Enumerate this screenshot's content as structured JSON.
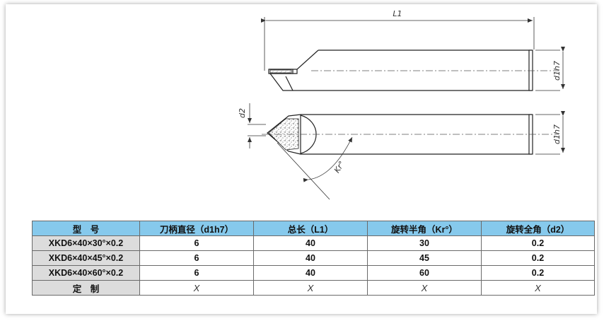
{
  "drawing": {
    "dim_length": "L1",
    "dim_shank_diameter_top": "d1h7",
    "dim_shank_diameter_bottom": "d1h7",
    "dim_tip": "d2",
    "dim_angle": "Kr°"
  },
  "table": {
    "headers": [
      "型　号",
      "刀柄直径（d1h7）",
      "总长（L1）",
      "旋转半角（Kr°）",
      "旋转全角（d2）"
    ],
    "rows": [
      [
        "XKD6×40×30°×0.2",
        "6",
        "40",
        "30",
        "0.2"
      ],
      [
        "XKD6×40×45°×0.2",
        "6",
        "40",
        "45",
        "0.2"
      ],
      [
        "XKD6×40×60°×0.2",
        "6",
        "40",
        "60",
        "0.2"
      ]
    ],
    "custom_row": [
      "定　制",
      "X",
      "X",
      "X",
      "X"
    ]
  }
}
